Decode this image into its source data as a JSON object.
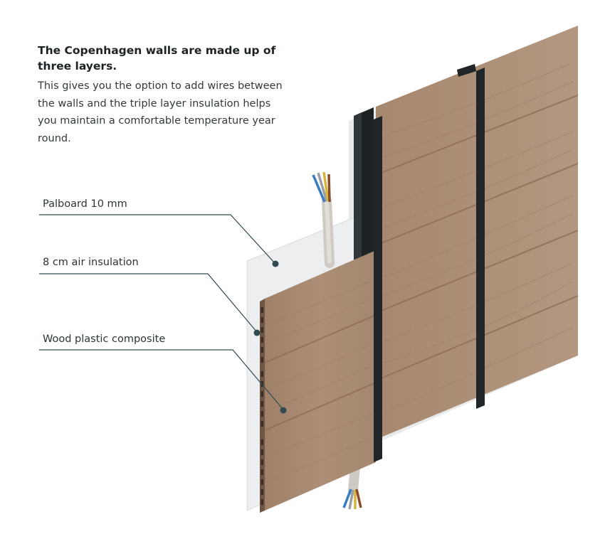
{
  "heading": "The Copenhagen walls are made up of three layers.",
  "description": "This gives you the option to add wires between the walls and the triple layer insulation helps you maintain a comfortable temperature year round.",
  "callouts": [
    {
      "label": "Palboard 10 mm"
    },
    {
      "label": "8 cm air insulation"
    },
    {
      "label": "Wood plastic composite"
    }
  ],
  "colors": {
    "wood": "#a98a72",
    "wood_grain": "#8d6f58",
    "batten": "#1d2224",
    "palboard": "#eceeef",
    "leader_line": "#2f4a50",
    "cable_sheath": "#d6d2cc",
    "wire_blue": "#3a7cc4",
    "wire_brown": "#8a4b2a",
    "wire_yellow": "#d7b43a",
    "wire_grey": "#9aa0a2"
  }
}
